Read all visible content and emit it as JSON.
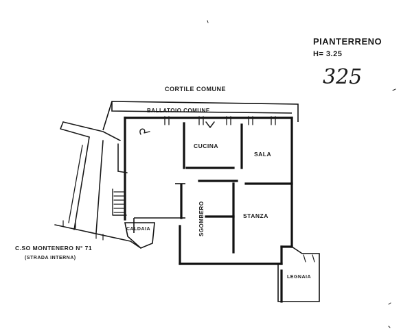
{
  "header": {
    "title": "PIANTERRENO",
    "height_note": "H= 3.25",
    "page_number": "325"
  },
  "labels": {
    "courtyard": "CORTILE COMUNE",
    "balcony": "BALLATOIO COMUNE",
    "kitchen": "CUCINA",
    "living": "SALA",
    "bedroom": "STANZA",
    "storage": "SGOMBERO",
    "boiler": "CALDAIA",
    "woodshed": "LEGNAIA",
    "address": "C.SO MONTENERO N° 71",
    "address_note": "(STRADA INTERNA)"
  }
}
